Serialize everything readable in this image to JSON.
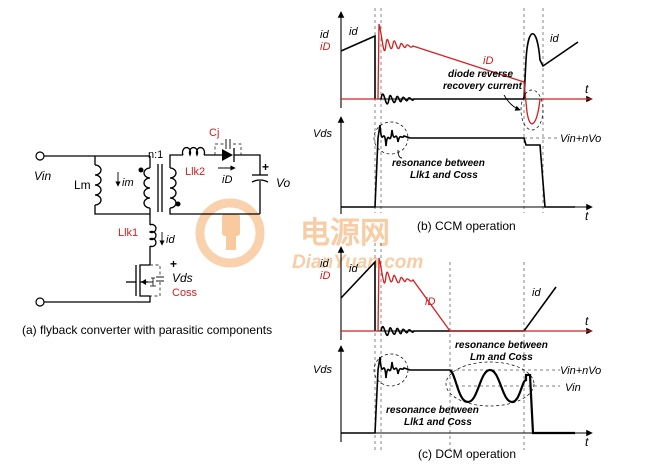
{
  "circuit": {
    "vin": "Vin",
    "lm": "Lm",
    "im": "im",
    "ratio": "n:1",
    "cj": "Cj",
    "llk2": "Llk2",
    "id_arrow": "iD",
    "vo": "Vo",
    "plus": "+",
    "llk1": "Llk1",
    "id": "id",
    "vds": "Vds",
    "coss": "Coss",
    "caption": "(a) flyback converter with parasitic components"
  },
  "ccm": {
    "id": "id",
    "iD": "iD",
    "id_mid": "iD",
    "id_right": "id",
    "t1": "t",
    "reverse_recovery": "diode reverse recovery current",
    "reverse_recovery_line1": "diode reverse",
    "reverse_recovery_line2": "recovery current",
    "vds": "Vds",
    "vin_nvo": "Vin+nVo",
    "resonance_line1": "resonance between",
    "resonance_line2": "Llk1 and Coss",
    "t2": "t",
    "caption": "(b) CCM operation"
  },
  "dcm": {
    "id": "id",
    "iD": "iD",
    "id_mid": "iD",
    "id_right": "id",
    "t1": "t",
    "vds": "Vds",
    "res_lm_line1": "resonance between",
    "res_lm_line2": "Lm and Coss",
    "vin_nvo": "Vin+nVo",
    "vin": "Vin",
    "resonance_line1": "resonance between",
    "resonance_line2": "Llk1 and Coss",
    "t2": "t",
    "caption": "(c) DCM operation"
  },
  "watermark": {
    "cn": "电源网",
    "en": "DianYuan.com"
  }
}
